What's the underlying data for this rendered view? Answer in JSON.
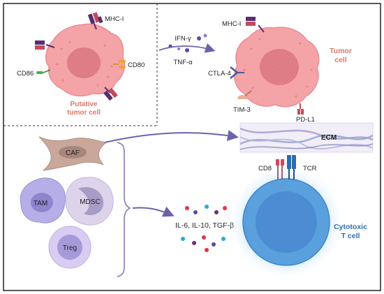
{
  "labels": {
    "mhc_left": "MHC-I",
    "cd86": "CD86",
    "cd80": "CD80",
    "putative_line1": "Putative",
    "putative_line2": "tumor cell",
    "ifn": "IFN-γ",
    "tnf": "TNF-α",
    "mhc_right": "MHC-I",
    "ctla4": "CTLA-4",
    "tim3": "TIM-3",
    "pdl1": "PD-L1",
    "tumor_line1": "Tumor",
    "tumor_line2": "cell",
    "caf": "CAF",
    "tam": "TAM",
    "mdsc": "MDSC",
    "treg": "Treg",
    "ecm": "ECM",
    "cd8": "CD8",
    "tcr": "TCR",
    "cytokines": "IL-6, IL-10, TGF-β",
    "cytotoxic_line1": "Cytotoxic",
    "cytotoxic_line2": "T cell"
  },
  "colors": {
    "tumor_fill": "#f4a3a6",
    "tumor_nucleus": "#e07f86",
    "tumor_text": "#e0776b",
    "caf_fill": "#c9a79a",
    "tam_fill": "#b6aee6",
    "mdsc_fill": "#ddd3ea",
    "treg_fill": "#c9b7ef",
    "tcell_fill": "#5aa0dc",
    "tcell_nucleus": "#4a8ad0",
    "tcell_text": "#2d6db5",
    "arrow": "#6a63ac",
    "receptor_purple": "#5a2d6e",
    "receptor_red": "#c24a5b"
  }
}
